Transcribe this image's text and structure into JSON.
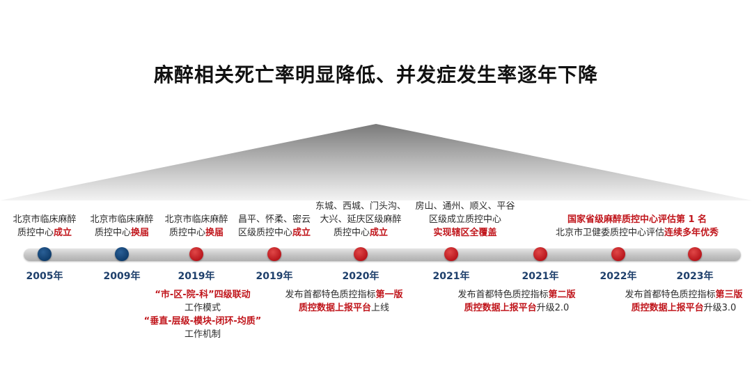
{
  "title": "麻醉相关死亡率明显降低、并发症发生率逐年下降",
  "colors": {
    "navy": "#0f3d6c",
    "red": "#c0151b",
    "track": "#c3c3c3"
  },
  "milestones": [
    {
      "year": "2005年",
      "dot": "navy",
      "above": [
        {
          "t": "北京市临床麻醉"
        },
        {
          "t": "质控中心"
        },
        {
          "h": "成立"
        }
      ]
    },
    {
      "year": "2009年",
      "dot": "navy",
      "above": [
        {
          "t": "北京市临床麻醉"
        },
        {
          "t": "质控中心"
        },
        {
          "h": "换届"
        }
      ]
    },
    {
      "year": "2019年",
      "dot": "red",
      "above": [
        {
          "t": "北京市临床麻醉"
        },
        {
          "t": "质控中心"
        },
        {
          "h": "换届"
        }
      ],
      "below": [
        {
          "h": "“市-区-院-科”四级联动"
        },
        {
          "t": "工作模式"
        },
        {
          "h": "“垂直-层级-模块-闭环-均质”"
        },
        {
          "t": "工作机制"
        }
      ]
    },
    {
      "year": "2019年",
      "dot": "red",
      "above": [
        {
          "t": "昌平、怀柔、密云"
        },
        {
          "t": "区级质控中心"
        },
        {
          "h": "成立"
        }
      ]
    },
    {
      "year": "2020年",
      "dot": "red",
      "above": [
        {
          "t": "东城、西城、门头沟、"
        },
        {
          "t": "大兴、延庆区级麻醉"
        },
        {
          "t": "质控中心"
        },
        {
          "h": "成立"
        }
      ],
      "below": [
        {
          "t": "发布首都特色质控指标"
        },
        {
          "h": "第一版"
        },
        {
          "h": "质控数据上报平台"
        },
        {
          "t": "上线"
        }
      ]
    },
    {
      "year": "2021年",
      "dot": "red",
      "above": [
        {
          "t": "房山、通州、顺义、平谷"
        },
        {
          "t": "区级成立质控中心"
        },
        {
          "h": "实现辖区全覆盖"
        }
      ]
    },
    {
      "year": "2021年",
      "dot": "red",
      "below": [
        {
          "t": "发布首都特色质控指标"
        },
        {
          "h": "第二版"
        },
        {
          "h": "质控数据上报平台"
        },
        {
          "t": "升级2.0"
        }
      ]
    },
    {
      "year": "2022年",
      "dot": "red",
      "above": [
        {
          "h": "国家省级麻醉质控中心评估第 1 名"
        },
        {
          "t": "北京市卫健委质控中心评估"
        },
        {
          "h": "连续多年优秀"
        }
      ]
    },
    {
      "year": "2023年",
      "dot": "red",
      "below": [
        {
          "t": "发布首都特色质控指标"
        },
        {
          "h": "第三版"
        },
        {
          "h": "质控数据上报平台"
        },
        {
          "t": "升级3.0"
        }
      ]
    }
  ]
}
